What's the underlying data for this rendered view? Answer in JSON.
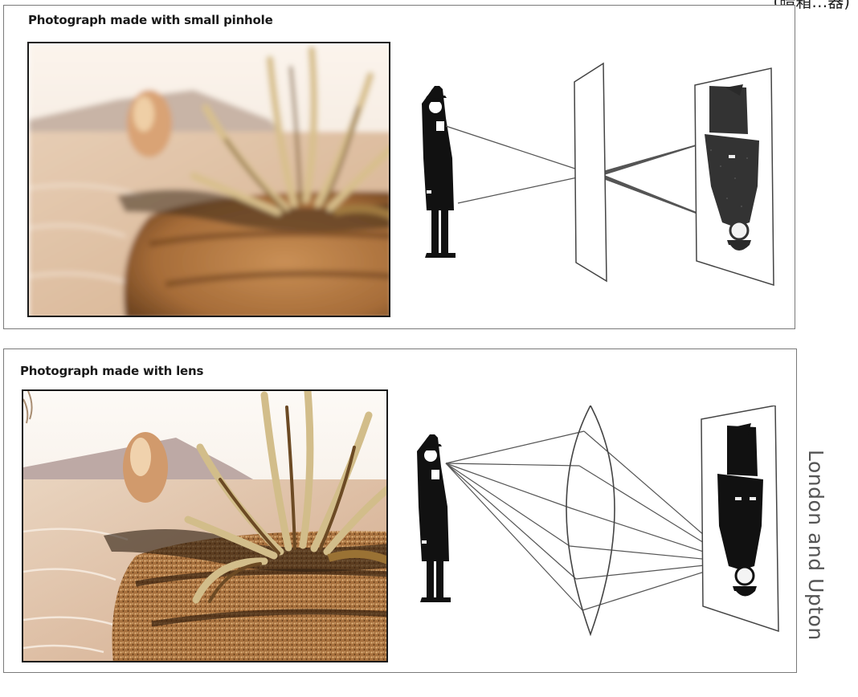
{
  "figure": {
    "panels": [
      {
        "title": "Photograph made with small pinhole"
      },
      {
        "title": "Photograph made with lens"
      }
    ],
    "credit": "London and Upton",
    "corner_fragment": "(暗箱…器)"
  }
}
